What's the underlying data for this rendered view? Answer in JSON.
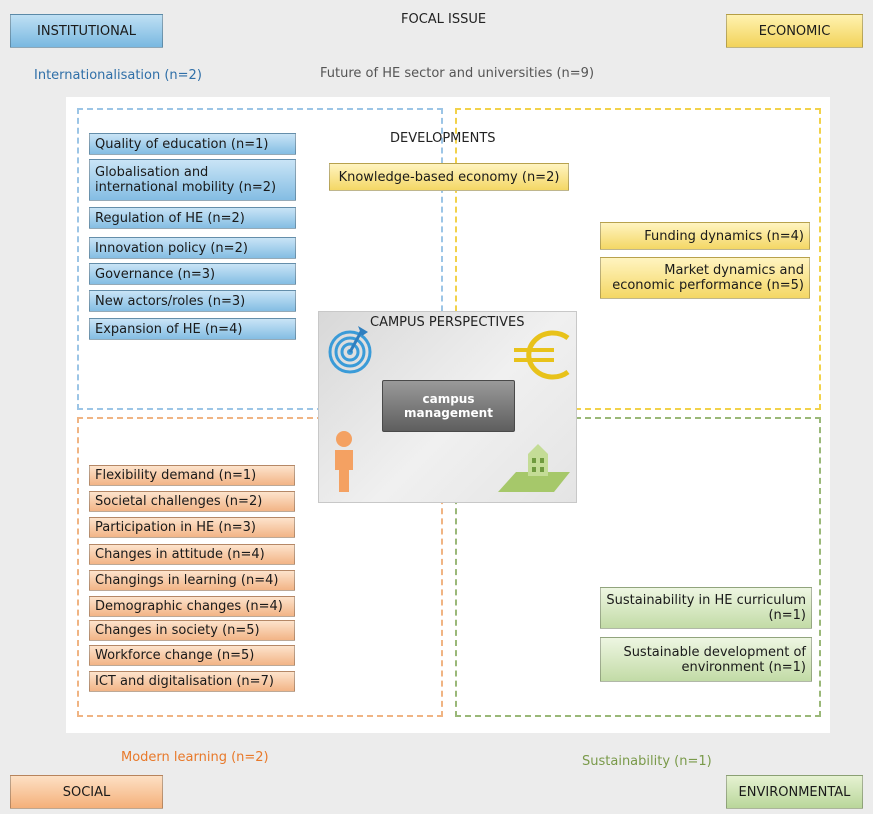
{
  "focal_issue": "FOCAL ISSUE",
  "future": "Future of HE sector and universities (n=9)",
  "developments": "DEVELOPMENTS",
  "campus_perspectives": "CAMPUS PERSPECTIVES",
  "campus_management": "campus\nmanagement",
  "knowledge_economy": "Knowledge-based economy (n=2)",
  "corners": {
    "institutional": "INSTITUTIONAL",
    "economic": "ECONOMIC",
    "social": "SOCIAL",
    "environmental": "ENVIRONMENTAL"
  },
  "quadrant_labels": {
    "internationalisation": "Internationalisation (n=2)",
    "modern_learning": "Modern learning (n=2)",
    "sustainability": "Sustainability (n=1)"
  },
  "institutional_items": [
    "Quality of education (n=1)",
    "Globalisation and international mobility (n=2)",
    "Regulation of HE (n=2)",
    "Innovation policy (n=2)",
    "Governance (n=3)",
    "New actors/roles (n=3)",
    "Expansion of HE (n=4)"
  ],
  "economic_items": [
    "Funding dynamics (n=4)",
    "Market dynamics and economic performance (n=5)"
  ],
  "social_items": [
    "Flexibility demand (n=1)",
    "Societal challenges (n=2)",
    "Participation in HE (n=3)",
    "Changes in attitude (n=4)",
    "Changings in learning (n=4)",
    "Demographic changes (n=4)",
    "Changes in society (n=5)",
    "Workforce change (n=5)",
    "ICT and digitalisation (n=7)"
  ],
  "environmental_items": [
    "Sustainability in HE curriculum (n=1)",
    "Sustainable development of environment (n=1)"
  ],
  "colors": {
    "institutional": "#84bde3",
    "economic": "#f4d765",
    "social": "#f2b486",
    "environmental": "#c2dba6",
    "modern_learning_text": "#e8792a",
    "internationalisation_text": "#2f6fa8",
    "sustainability_text": "#7a9a4a"
  },
  "icons": [
    "target-icon",
    "euro-icon",
    "person-icon",
    "building-icon"
  ]
}
